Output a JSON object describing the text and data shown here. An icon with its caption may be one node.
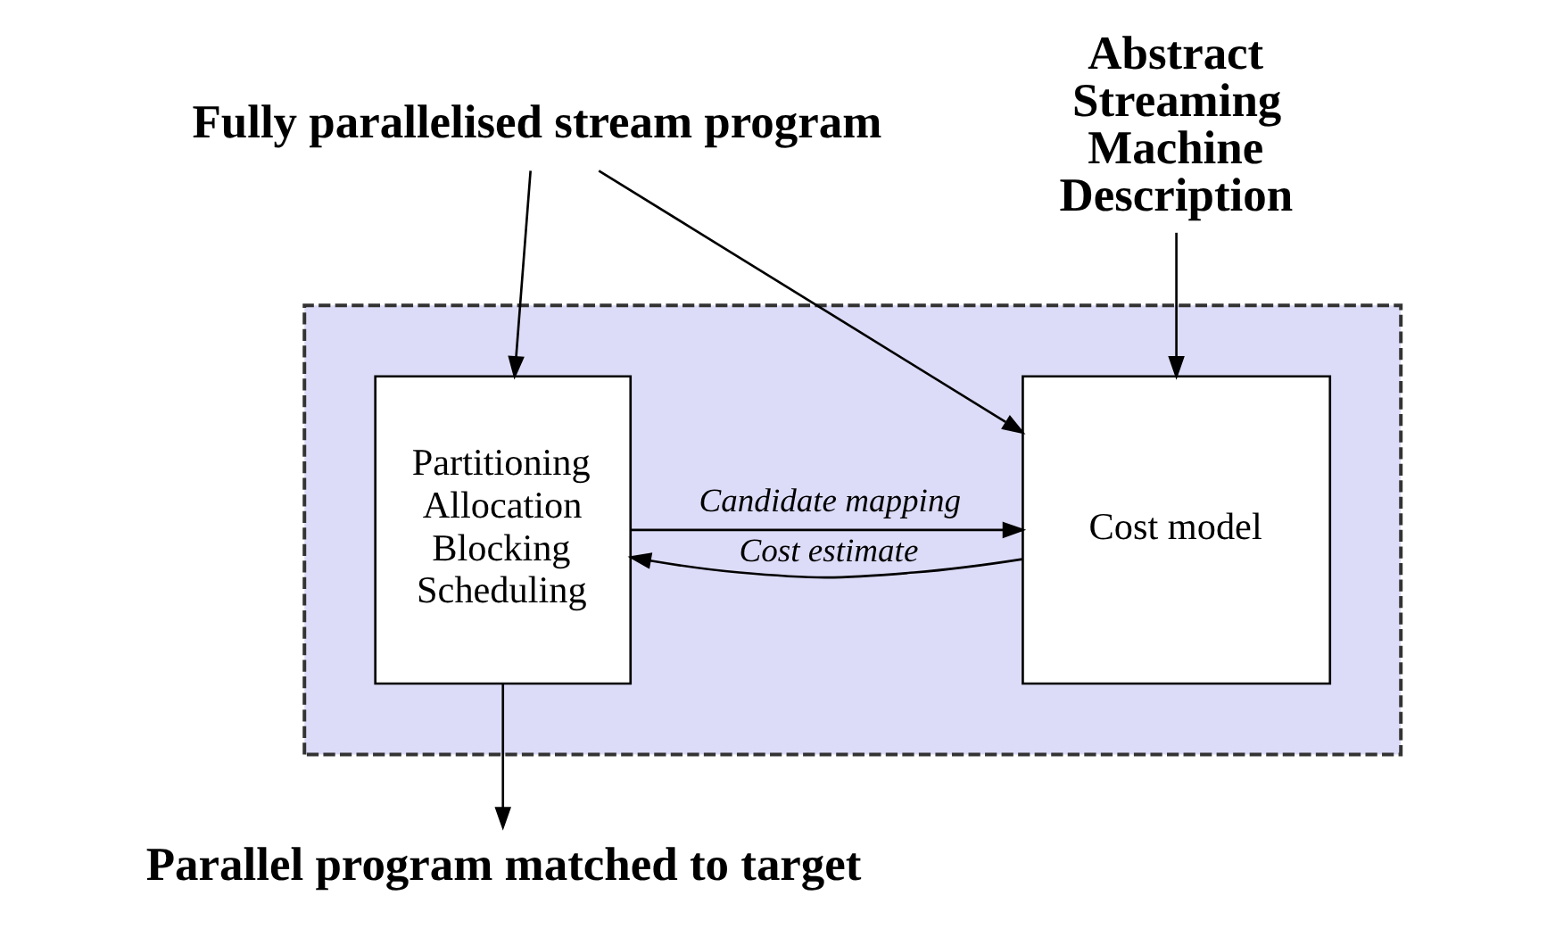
{
  "diagram": {
    "nodes": [
      {
        "text": [
          "Fully parallelised stream program"
        ]
      },
      {
        "text": [],
        "shape": "box"
      },
      {
        "text": [
          "Abstract Streaming Machine Description"
        ]
      },
      {
        "text": [
          "Cost model"
        ],
        "in": 1
      },
      {
        "text": [
          "Partitioning Allocation Blocking Scheduling"
        ],
        "in": 1
      },
      {
        "text": [
          "Parallel program matched to target"
        ]
      }
    ],
    "edges": [
      {
        "from": 0,
        "to": 3,
        "arrow": "to"
      },
      {
        "from": 0,
        "to": 4,
        "arrow": "to"
      },
      {
        "from": 2,
        "to": 3,
        "arrow": "to"
      },
      {
        "from": 4,
        "to": 3,
        "arrow": "to",
        "label": "Candidate mapping"
      },
      {
        "from": 3,
        "to": 4,
        "arrow": "to",
        "label": "Cost estimate"
      },
      {
        "from": 4,
        "to": 5,
        "arrow": "to"
      }
    ]
  }
}
